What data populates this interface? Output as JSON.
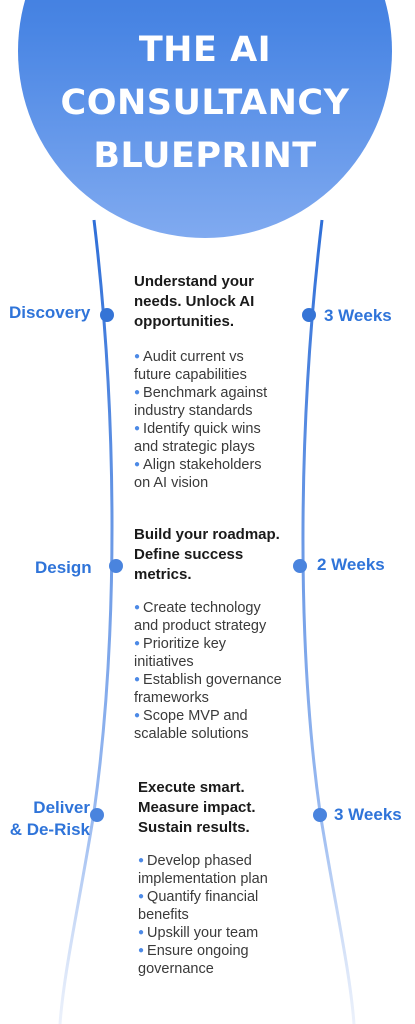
{
  "header": {
    "title_lines": [
      "THE AI",
      "CONSULTANCY",
      "BLUEPRINT"
    ]
  },
  "colors": {
    "accent": "#2f74d9",
    "circle_top": "#2f6fd8",
    "circle_bottom": "#80aaf0",
    "headline_text": "#1a1a1a",
    "body_text": "#3a3a3a"
  },
  "phases": [
    {
      "name": "Discovery",
      "duration": "3 Weeks",
      "headline": "Understand your\nneeds. Unlock AI\nopportunities.",
      "bullets": [
        "Audit current vs\nfuture capabilities",
        "Benchmark against\nindustry standards",
        "Identify quick wins\nand strategic plays",
        "Align stakeholders\non AI vision"
      ]
    },
    {
      "name": "Design",
      "duration": "2 Weeks",
      "headline": "Build your roadmap.\nDefine success\nmetrics.",
      "bullets": [
        "Create technology\nand product strategy",
        "Prioritize key\ninitiatives",
        "Establish governance\nframeworks",
        "Scope MVP and\nscalable solutions"
      ]
    },
    {
      "name": "Deliver\n& De-Risk",
      "duration": "3 Weeks",
      "headline": "Execute smart.\nMeasure impact.\nSustain results.",
      "bullets": [
        "Develop phased\nimplementation plan",
        "Quantify financial\nbenefits",
        "Upskill your team",
        "Ensure ongoing\ngovernance"
      ]
    }
  ]
}
